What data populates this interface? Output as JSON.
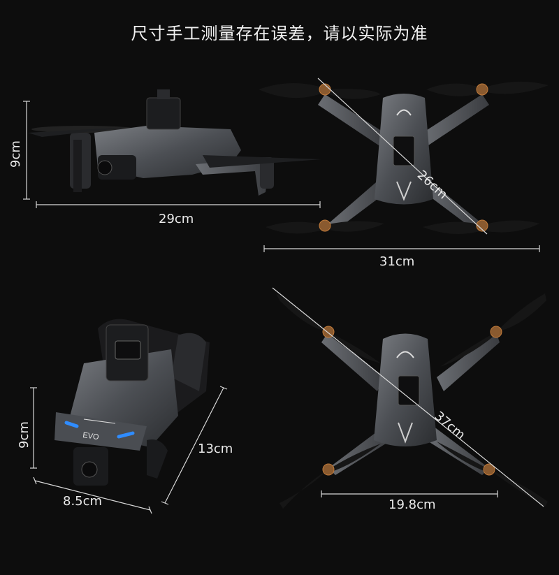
{
  "title": "尺寸手工测量存在误差，请以实际为准",
  "colors": {
    "background": "#0d0d0d",
    "body": "#5a5d62",
    "line": "#d8d8d8",
    "led": "#2f8cff",
    "motor": "#c07a3a"
  },
  "dimensions": {
    "side_height": "9cm",
    "side_length": "29cm",
    "top_folded_width": "31cm",
    "top_folded_diagonal": "26cm",
    "iso_height": "9cm",
    "iso_width": "8.5cm",
    "iso_depth": "13cm",
    "top_open_diagonal": "37cm",
    "top_open_body_width": "19.8cm"
  },
  "drone": {
    "model_badge": "EVO"
  }
}
